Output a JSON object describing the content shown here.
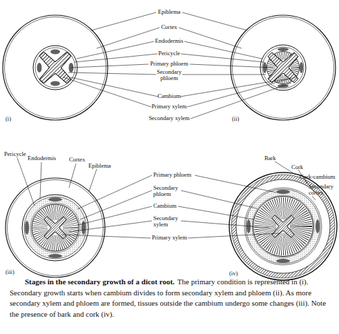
{
  "diagram": {
    "title": "Stages in the secondary growth of a dicot root.",
    "caption": "The primary condition is represented in (i). Secondary growth starts when cambium divides to form secondary xylem and phloem (ii). As more secondary xylem and phloem are formed, tissues outside the cambium undergo some changes (iii). Note the presence of bark and cork (iv).",
    "labels": [
      "Epiblema",
      "Cortex",
      "Endodermis",
      "Pericycle",
      "Primary phloem",
      "Secondary phloem",
      "Cambium",
      "Primary xylem",
      "Secondary xylem",
      "(i)",
      "(ii)",
      "Pericycle",
      "Endodermis",
      "Cortex",
      "Epiblema",
      "Primary phloem",
      "Secondary phloem",
      "Cambium",
      "Secondary xylem",
      "Primary xylem",
      "(iii)",
      "Bark",
      "Cork",
      "Cork-cambium",
      "Secondary cortex",
      "(iv)"
    ]
  }
}
